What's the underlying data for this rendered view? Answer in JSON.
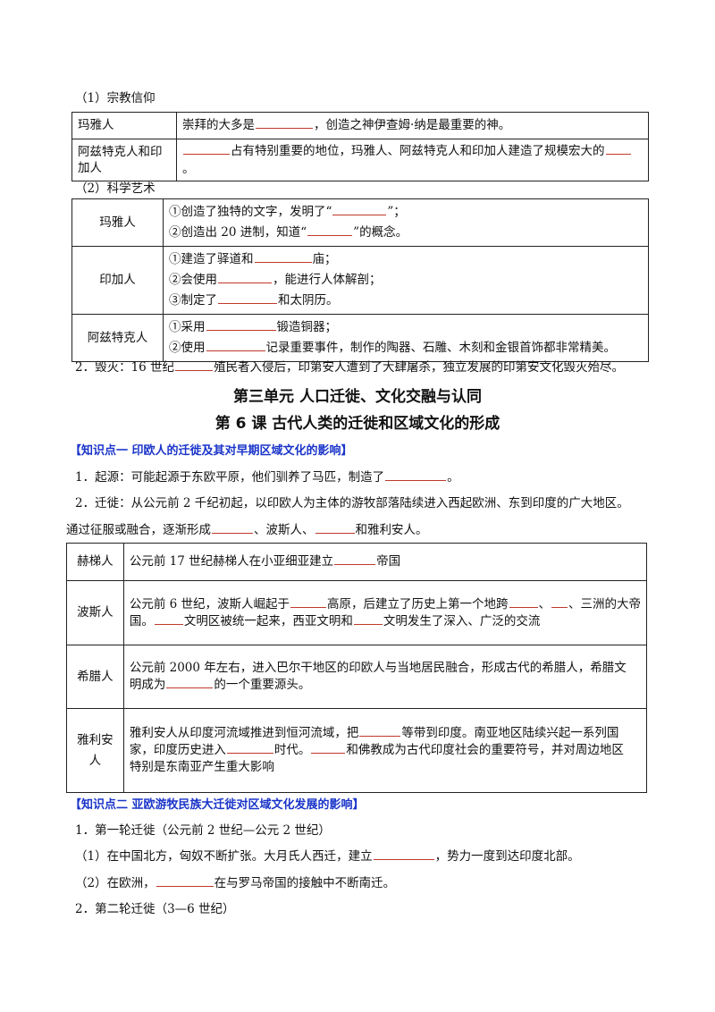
{
  "sec1_heading": "（1）宗教信仰",
  "table1": [
    {
      "label": "玛雅人",
      "lines": [
        [
          "崇拜的大多是",
          "B64",
          "，创造之神伊查姆·纳是最重要的神。"
        ]
      ]
    },
    {
      "label": "阿兹特克人和印加人",
      "label_lines": [
        "阿兹特克人和印",
        "加人"
      ],
      "lines": [
        [
          "",
          "B52",
          "占有特别重要的地位，玛雅人、阿兹特克人和印加人建造了规模宏大的",
          "B28"
        ],
        [
          "。"
        ]
      ]
    }
  ],
  "sec2_heading": "（2）科学艺术",
  "table2": [
    {
      "label": "玛雅人",
      "lines": [
        [
          "①创造了独特的文字，发明了“",
          "B60",
          "”；"
        ],
        [
          "②创造出 20 进制，知道“",
          "B50",
          "”的概念。"
        ]
      ]
    },
    {
      "label": "印加人",
      "lines": [
        [
          "①建造了驿道和",
          "B64",
          "庙；"
        ],
        [
          "②会使用",
          "B60",
          "，能进行人体解剖；"
        ],
        [
          "③制定了",
          "B66",
          "和太阴历。"
        ]
      ]
    },
    {
      "label": "阿兹特克人",
      "lines": [
        [
          "①采用",
          "B78",
          "锻造铜器；"
        ],
        [
          "②使用",
          "B66",
          "记录重要事件，制作的陶器、石雕、木刻和金银首饰都非常精美。"
        ]
      ]
    }
  ],
  "destroy_line": [
    "2．毁灭：16 世纪",
    "B42",
    "殖民者入侵后，印第安人遭到了大肆屠杀，独立发展的印第安文化毁灭殆尽。"
  ],
  "unit_title": "第三单元  人口迁徙、文化交融与认同",
  "lesson_title": "第 6 课  古代人类的迁徙和区域文化的形成",
  "kp1": "【知识点一    印欧人的迁徙及其对早期区域文化的影响】",
  "origin_line": [
    "1．起源：可能起源于东欧平原，他们驯养了马匹，制造了",
    "B68",
    "。"
  ],
  "migrate_line1": "2．迁徙：从公元前 2 千纪初起，以印欧人为主体的游牧部落陆续进入西起欧洲、东到印度的广大地区。",
  "migrate_line2": [
    "通过征服或融合，逐渐形成",
    "B46",
    "、波斯人、",
    "B44",
    "和雅利安人。"
  ],
  "table3": [
    {
      "label": "赫梯人",
      "lines": [
        [
          "公元前 17 世纪赫梯人在小亚细亚建立",
          "B46",
          "帝国"
        ]
      ]
    },
    {
      "label": "波斯人",
      "lines": [
        [
          "公元前 6 世纪，波斯人崛起于",
          "B40",
          "高原，后建立了历史上第一个地跨",
          "B32",
          "、",
          "B18",
          "、三洲的大帝"
        ],
        [
          "国。",
          "B32",
          "文明区被统一起来，西亚文明和",
          "B32",
          "文明发生了深入、广泛的交流"
        ]
      ]
    },
    {
      "label": "希腊人",
      "lines": [
        [
          "公元前 2000 年左右，进入巴尔干地区的印欧人与当地居民融合，形成古代的希腊人，希腊文"
        ],
        [
          "明成为",
          "B52",
          "的一个重要源头。"
        ]
      ]
    },
    {
      "label": "雅利安人",
      "lines": [
        [
          "雅利安人从印度河流域推进到恒河流域，把",
          "B46",
          "等带到印度。南亚地区陆续兴起一系列国"
        ],
        [
          "家，印度历史进入",
          "B52",
          "时代。",
          "B38",
          "和佛教成为古代印度社会的重要符号，并对周边地区"
        ],
        [
          "特别是东南亚产生重大影响"
        ]
      ]
    }
  ],
  "kp2": "【知识点二    亚欧游牧民族大迁徙对区域文化发展的影响】",
  "wave1_line": "1．第一轮迁徙（公元前 2 世纪—公元 2 世纪）",
  "wave1_a": [
    "（1）在中国北方，匈奴不断扩张。大月氏人西迁，建立",
    "B68",
    "，势力一度到达印度北部。"
  ],
  "wave1_b": [
    "（2）在欧洲，",
    "B64",
    "在与罗马帝国的接触中不断南迁。"
  ],
  "wave2_line": "2．第二轮迁徙（3—6 世纪）"
}
